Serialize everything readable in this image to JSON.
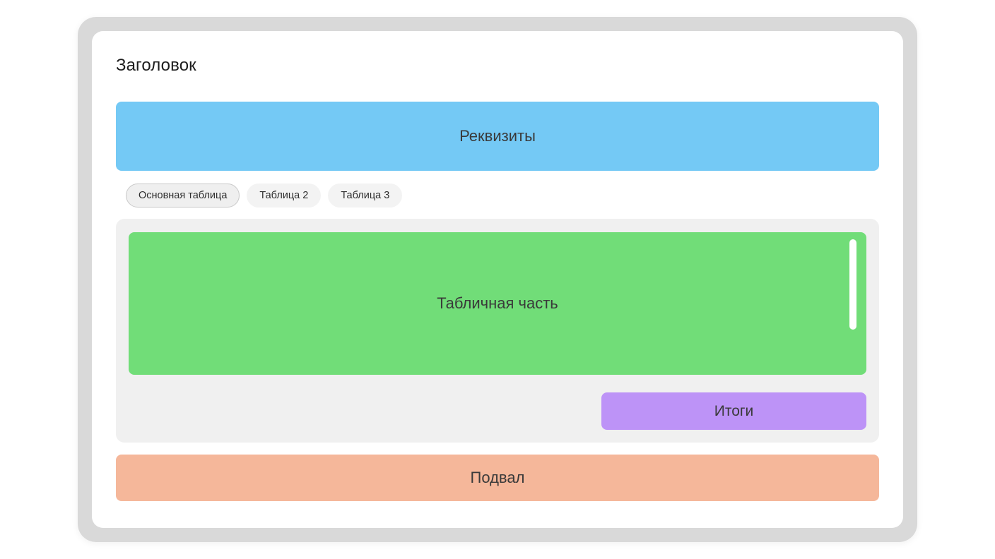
{
  "window": {
    "frame_color": "#d9d9d9",
    "card_color": "#ffffff"
  },
  "header": {
    "title": "Заголовок"
  },
  "attributes_block": {
    "label": "Реквизиты",
    "color": "#74c9f5"
  },
  "tabs": {
    "items": [
      {
        "label": "Основная таблица",
        "active": true
      },
      {
        "label": "Таблица 2",
        "active": false
      },
      {
        "label": "Таблица 3",
        "active": false
      }
    ]
  },
  "table_section": {
    "background": "#f0f0f0",
    "table_body": {
      "label": "Табличная часть",
      "color": "#71dd78",
      "scrollbar": "vertical-scrollbar-thumb"
    },
    "totals_button": {
      "label": "Итоги",
      "color": "#bd93f7"
    }
  },
  "footer_block": {
    "label": "Подвал",
    "color": "#f5b79a"
  }
}
